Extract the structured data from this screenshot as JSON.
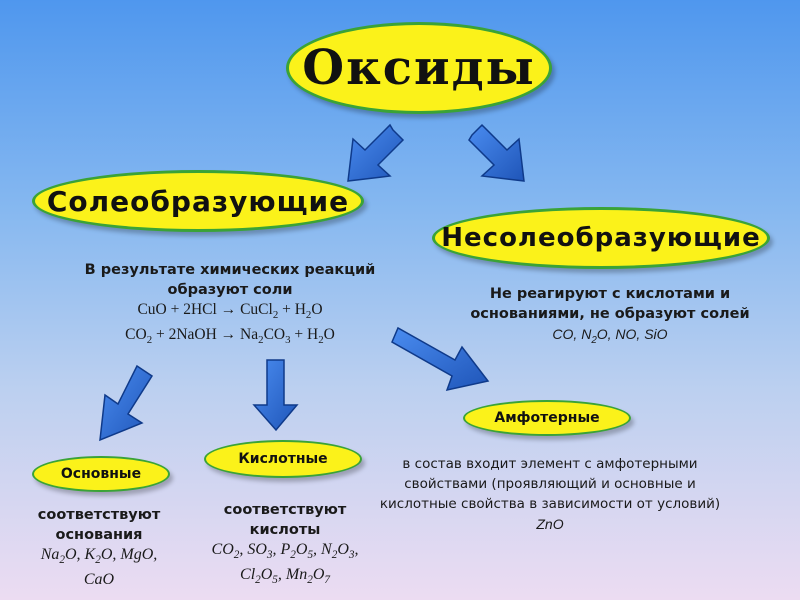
{
  "title": "Оксиды",
  "salt_forming": {
    "label": "Солеобразующие",
    "desc1": "В результате химических реакций",
    "desc2": "образуют соли",
    "eq1": [
      "CuO + 2HCl → CuCl",
      "2",
      " + H",
      "2",
      "O"
    ],
    "eq2": [
      "CO",
      "2",
      " + 2NaOH → Na",
      "2",
      "CO",
      "3",
      " + H",
      "2",
      "O"
    ]
  },
  "non_salt_forming": {
    "label": "Несолеобразующие",
    "desc1": "Не реагируют с кислотами и",
    "desc2": "основаниями, не образуют солей",
    "examples": [
      "CO, N",
      "2",
      "O, NO, SiO"
    ]
  },
  "basic": {
    "label": "Основные",
    "desc1": "соответствуют",
    "desc2": "основания",
    "ex1": [
      "Na",
      "2",
      "O, K",
      "2",
      "O, MgO,"
    ],
    "ex2": "CaO"
  },
  "acidic": {
    "label": "Кислотные",
    "desc1": "соответствуют",
    "desc2": "кислоты",
    "ex1": [
      "CO",
      "2",
      ", SO",
      "3",
      ", P",
      "2",
      "O",
      "5",
      ", N",
      "2",
      "O",
      "3",
      ","
    ],
    "ex2": [
      "Cl",
      "2",
      "O",
      "5",
      ", Mn",
      "2",
      "O",
      "7"
    ]
  },
  "amphoteric": {
    "label": "Амфотерные",
    "desc1": "в состав входит элемент с амфотерными",
    "desc2": "свойствами (проявляющий и основные и",
    "desc3": "кислотные свойства в зависимости от условий)",
    "example": "ZnO"
  },
  "colors": {
    "oval_fill": "#fbf21a",
    "oval_border": "#3aa337",
    "arrow_fill": "#2f6fd6",
    "background_top": "#4f97ee",
    "background_bottom": "#ecdcf2"
  }
}
